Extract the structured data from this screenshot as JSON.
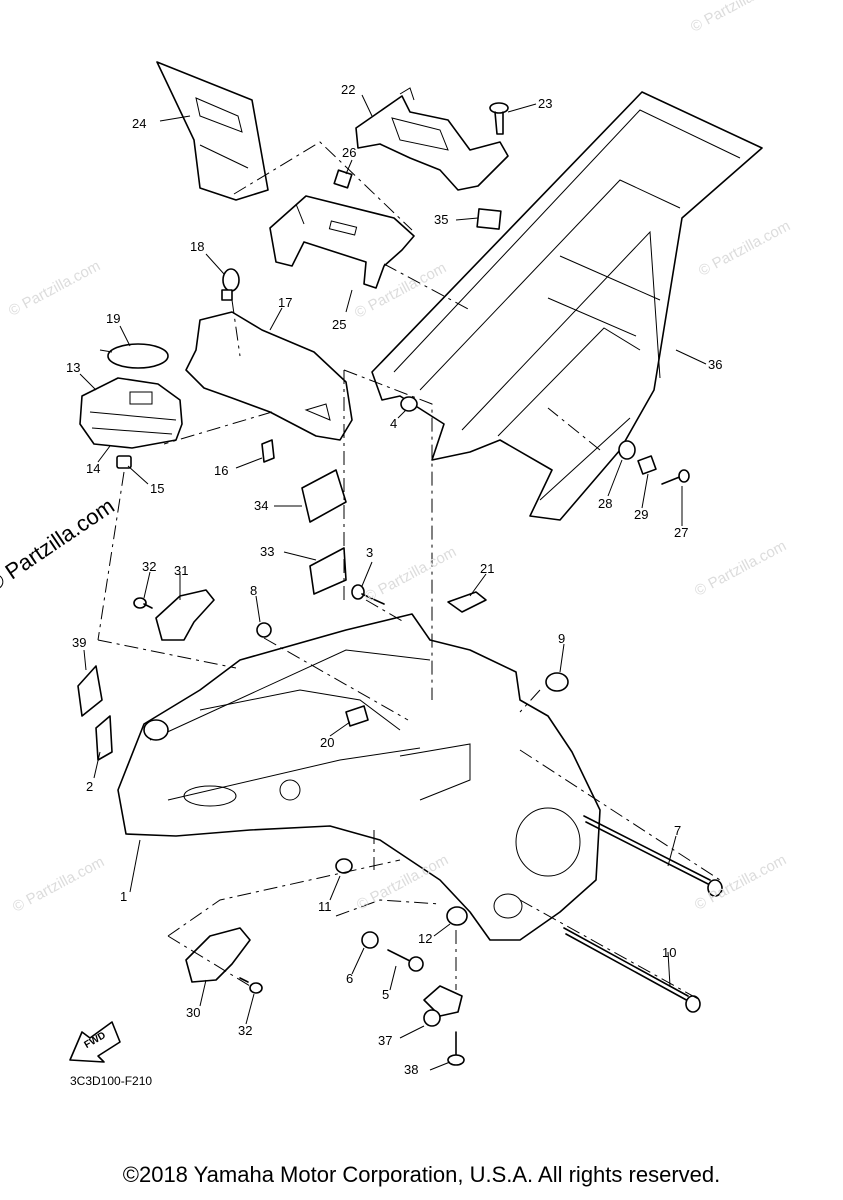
{
  "diagram": {
    "code": "3C3D100-F210",
    "copyright": "©2018 Yamaha Motor Corporation, U.S.A. All rights reserved.",
    "watermark": "© Partzilla.com",
    "fwd_label": "FWD",
    "callouts": [
      {
        "id": "callout-1",
        "label": "1"
      },
      {
        "id": "callout-2",
        "label": "2"
      },
      {
        "id": "callout-3",
        "label": "3"
      },
      {
        "id": "callout-4",
        "label": "4"
      },
      {
        "id": "callout-5",
        "label": "5"
      },
      {
        "id": "callout-6",
        "label": "6"
      },
      {
        "id": "callout-7",
        "label": "7"
      },
      {
        "id": "callout-8",
        "label": "8"
      },
      {
        "id": "callout-9",
        "label": "9"
      },
      {
        "id": "callout-10",
        "label": "10"
      },
      {
        "id": "callout-11",
        "label": "11"
      },
      {
        "id": "callout-12",
        "label": "12"
      },
      {
        "id": "callout-13",
        "label": "13"
      },
      {
        "id": "callout-14",
        "label": "14"
      },
      {
        "id": "callout-15",
        "label": "15"
      },
      {
        "id": "callout-16",
        "label": "16"
      },
      {
        "id": "callout-17",
        "label": "17"
      },
      {
        "id": "callout-18",
        "label": "18"
      },
      {
        "id": "callout-19",
        "label": "19"
      },
      {
        "id": "callout-20",
        "label": "20"
      },
      {
        "id": "callout-21",
        "label": "21"
      },
      {
        "id": "callout-22",
        "label": "22"
      },
      {
        "id": "callout-23",
        "label": "23"
      },
      {
        "id": "callout-24",
        "label": "24"
      },
      {
        "id": "callout-25",
        "label": "25"
      },
      {
        "id": "callout-26",
        "label": "26"
      },
      {
        "id": "callout-27",
        "label": "27"
      },
      {
        "id": "callout-28",
        "label": "28"
      },
      {
        "id": "callout-29",
        "label": "29"
      },
      {
        "id": "callout-30",
        "label": "30"
      },
      {
        "id": "callout-31",
        "label": "31"
      },
      {
        "id": "callout-32a",
        "label": "32"
      },
      {
        "id": "callout-32b",
        "label": "32"
      },
      {
        "id": "callout-33",
        "label": "33"
      },
      {
        "id": "callout-34",
        "label": "34"
      },
      {
        "id": "callout-35",
        "label": "35"
      },
      {
        "id": "callout-36",
        "label": "36"
      },
      {
        "id": "callout-37",
        "label": "37"
      },
      {
        "id": "callout-38",
        "label": "38"
      },
      {
        "id": "callout-39",
        "label": "39"
      }
    ]
  }
}
